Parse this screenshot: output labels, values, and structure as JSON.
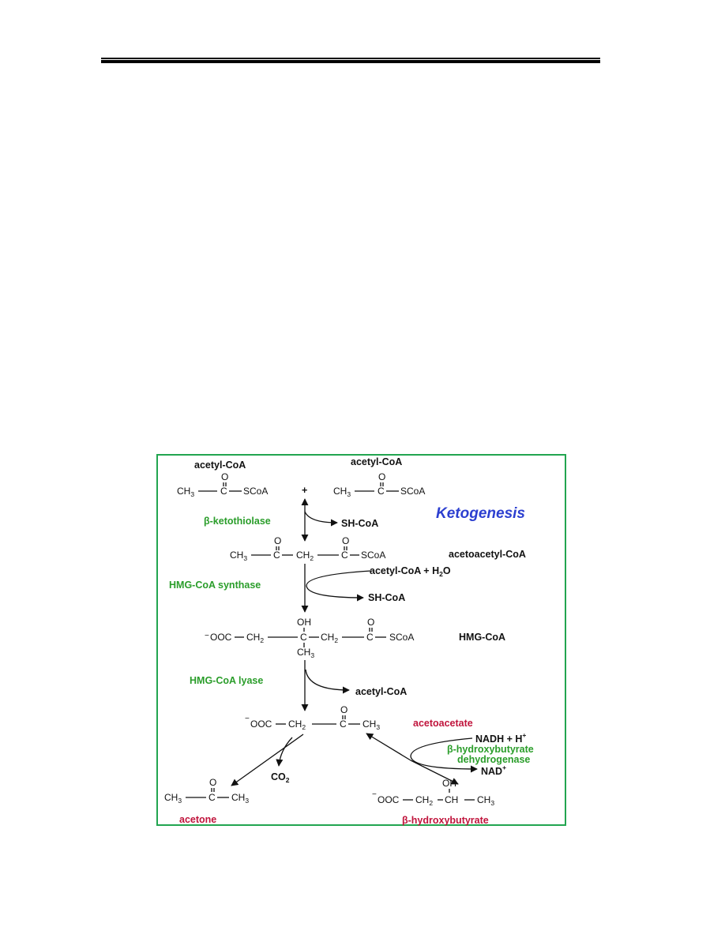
{
  "colors": {
    "enzyme": "#2a9d2a",
    "product": "#c0143c",
    "title": "#2c3fd0",
    "frame": "#22a550"
  },
  "title": "Ketogenesis",
  "labels": {
    "acetyl_coa_1": "acetyl-CoA",
    "acetyl_coa_2": "acetyl-CoA",
    "plus": "+",
    "sh_coa_1": "SH-CoA",
    "acetoacetyl_coa": "acetoacetyl-CoA",
    "acetyl_coa_h2o_a": "acetyl-CoA + H",
    "acetyl_coa_h2o_sub": "2",
    "acetyl_coa_h2o_b": "O",
    "sh_coa_2": "SH-CoA",
    "hmg_coa": "HMG-CoA",
    "acetyl_coa_3": "acetyl-CoA",
    "nadh": "NADH + H",
    "nadh_sup": "+",
    "nad": "NAD",
    "nad_sup": "+",
    "co2": "CO",
    "co2_sub": "2"
  },
  "enzymes": {
    "thiolase": "β-ketothiolase",
    "synthase": "HMG-CoA synthase",
    "lyase": "HMG-CoA lyase",
    "dehydrogenase_1": "β-hydroxybutyrate",
    "dehydrogenase_2": "dehydrogenase"
  },
  "products": {
    "acetoacetate": "acetoacetate",
    "acetone": "acetone",
    "hydroxybutyrate": "β-hydroxybutyrate"
  },
  "structures": {
    "ch3": "CH",
    "three": "3",
    "c": "C",
    "o": "O",
    "oh": "OH",
    "scoa": "SCoA",
    "ch2": "CH",
    "two": "2",
    "ooc": "OOC",
    "minus": "−",
    "ch": "CH"
  }
}
